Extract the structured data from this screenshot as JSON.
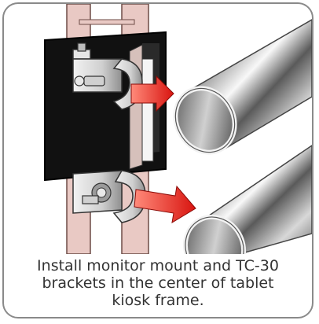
{
  "caption": {
    "lines": [
      "Install monitor mount and TC-30",
      "brackets in the center of tablet",
      "kiosk frame."
    ]
  },
  "colors": {
    "frame": "#111111",
    "border": "#8a8a8a",
    "arrow": "#e0211b",
    "bracket": "#d9d9d9",
    "pipe": "#b8b8b8",
    "caption_text": "#333333"
  }
}
